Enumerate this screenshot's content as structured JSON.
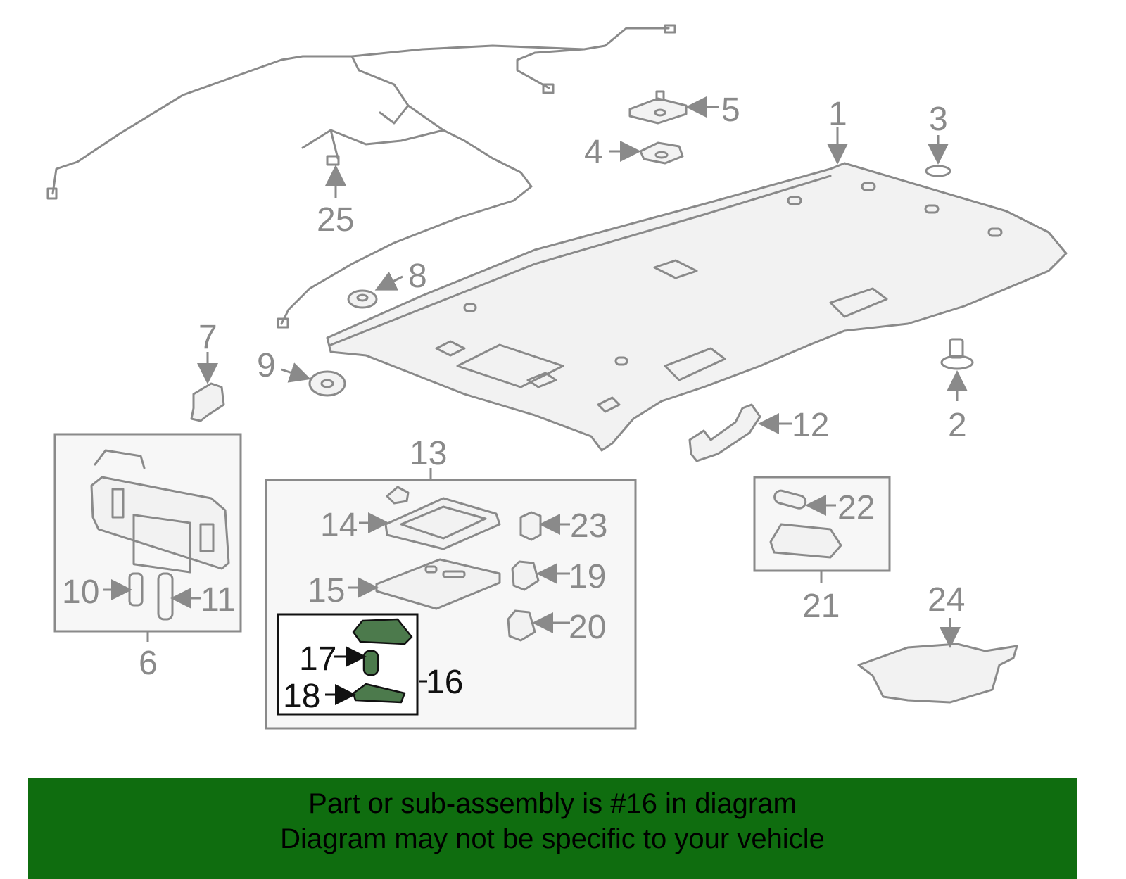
{
  "callouts": {
    "n1": "1",
    "n2": "2",
    "n3": "3",
    "n4": "4",
    "n5": "5",
    "n6": "6",
    "n7": "7",
    "n8": "8",
    "n9": "9",
    "n10": "10",
    "n11": "11",
    "n12": "12",
    "n13": "13",
    "n14": "14",
    "n15": "15",
    "n16": "16",
    "n17": "17",
    "n18": "18",
    "n19": "19",
    "n20": "20",
    "n21": "21",
    "n22": "22",
    "n23": "23",
    "n24": "24",
    "n25": "25"
  },
  "banner": {
    "line1": "Part or sub-assembly is #16 in diagram",
    "line2": "Diagram may not be specific to your vehicle"
  },
  "colors": {
    "banner": "#0f6d0f",
    "highlight": "#4c7a4c",
    "line": "#8a8a8a"
  }
}
